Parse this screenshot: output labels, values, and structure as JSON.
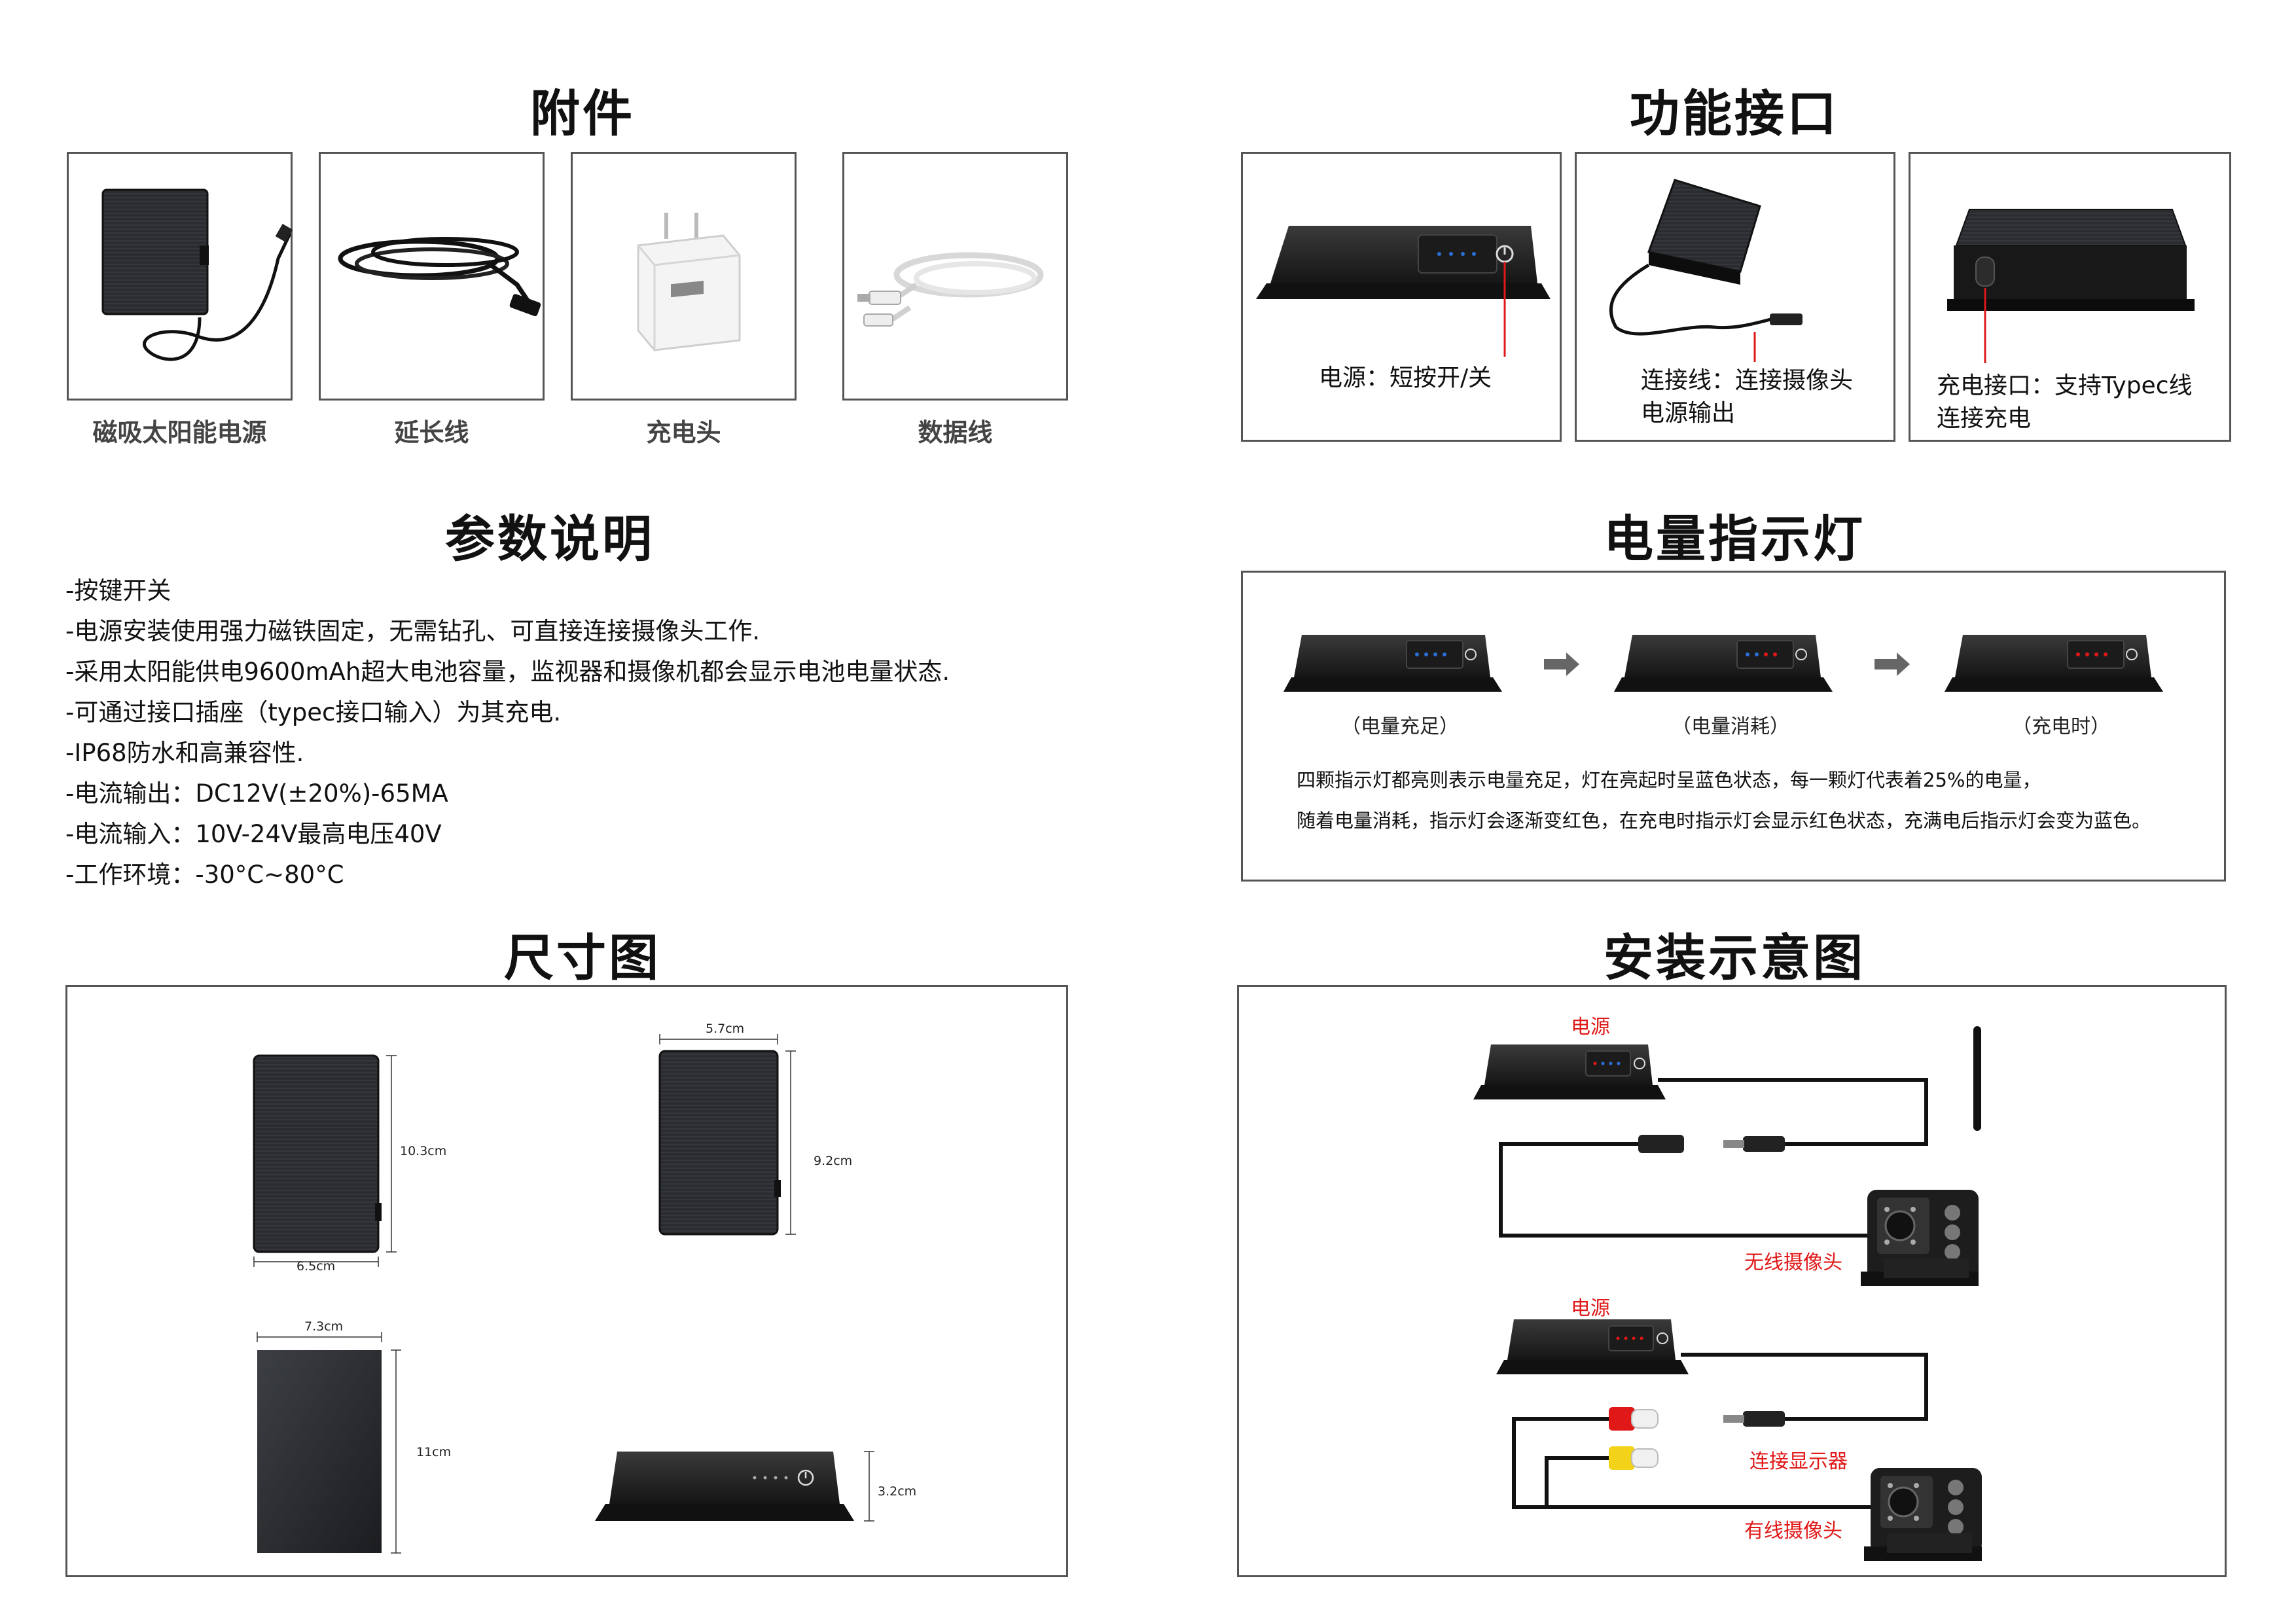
{
  "titles": {
    "accessories": "附件",
    "interfaces": "功能接口",
    "params": "参数说明",
    "battery": "电量指示灯",
    "dimensions": "尺寸图",
    "install": "安装示意图"
  },
  "accessories": [
    {
      "label": "磁吸太阳能电源",
      "icon": "solar-panel-icon"
    },
    {
      "label": "延长线",
      "icon": "cable-icon"
    },
    {
      "label": "充电头",
      "icon": "charger-icon"
    },
    {
      "label": "数据线",
      "icon": "usb-cable-icon"
    }
  ],
  "interfaces": [
    {
      "line1": "电源：短按开/关",
      "line2": ""
    },
    {
      "line1": "连接线：连接摄像头",
      "line2": "电源输出"
    },
    {
      "line1": "充电接口：支持Typec线",
      "line2": "连接充电"
    }
  ],
  "params": [
    "-按键开关",
    "-电源安装使用强力磁铁固定，无需钻孔、可直接连接摄像头工作.",
    "-采用太阳能供电9600mAh超大电池容量，监视器和摄像机都会显示电池电量状态.",
    "-可通过接口插座（typec接口输入）为其充电.",
    "-IP68防水和高兼容性.",
    "-电流输出：DC12V(±20%)-65MA",
    "-电流输入：10V-24V最高电压40V",
    "-工作环境：-30°C~80°C"
  ],
  "battery": {
    "states": [
      "（电量充足）",
      "（电量消耗）",
      "（充电时）"
    ],
    "desc_line1": "四颗指示灯都亮则表示电量充足，灯在亮起时呈蓝色状态，每一颗灯代表着25%的电量，",
    "desc_line2": "随着电量消耗，指示灯会逐渐变红色，在充电时指示灯会显示红色状态，充满电后指示灯会变为蓝色。"
  },
  "dimensions": {
    "d1_h": "10.3cm",
    "d1_w": "6.5cm",
    "d2_w": "5.7cm",
    "d2_h": "9.2cm",
    "d3_w": "7.3cm",
    "d3_h": "11cm",
    "d4_h": "3.2cm"
  },
  "install": {
    "power1": "电源",
    "wireless_cam": "无线摄像头",
    "power2": "电源",
    "monitor": "连接显示器",
    "wired_cam": "有线摄像头"
  },
  "colors": {
    "accent_red": "#e01818",
    "device": "#1e1e1e",
    "led_blue": "#2a6fd8"
  }
}
